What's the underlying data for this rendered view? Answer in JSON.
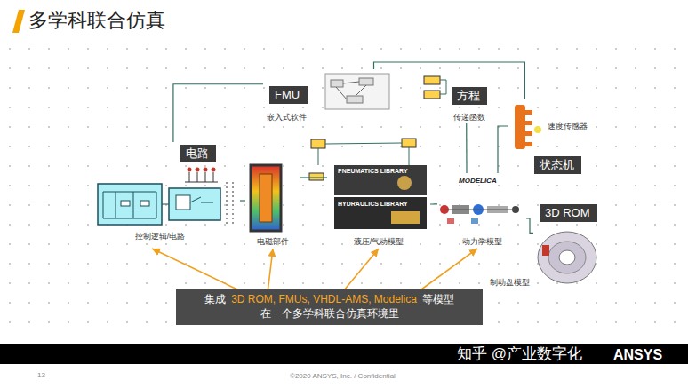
{
  "diagram": {
    "title": "多学科联合仿真",
    "nodes": [
      {
        "text": [
          "嵌入式软件"
        ]
      },
      {
        "text": [
          "FMU"
        ],
        "in": 0
      },
      {
        "text": [
          "传递函数"
        ]
      },
      {
        "text": [
          "方程"
        ],
        "in": 2
      },
      {
        "text": [
          "速度传感器"
        ]
      },
      {
        "text": [
          "控制逻辑/电路"
        ]
      },
      {
        "text": [
          "电路"
        ],
        "in": 5
      },
      {
        "text": [
          "状态机"
        ]
      },
      {
        "text": [
          "电磁部件"
        ]
      },
      {
        "text": [
          "液压/气动模型"
        ]
      },
      {
        "text": [
          "动力学模型"
        ]
      },
      {
        "text": [
          "制动盘模型"
        ]
      },
      {
        "text": [
          "3D ROM"
        ],
        "in": 11
      },
      {
        "text": [
          "集成",
          "3D ROM, FMUs, VHDL-AMS, Modelica",
          "等模型",
          "在一个多学科联合仿真环境里"
        ]
      }
    ],
    "edges": [
      {
        "from": 5,
        "to": 8,
        "arrow": "none"
      },
      {
        "from": 8,
        "to": 9,
        "arrow": "none"
      },
      {
        "from": 9,
        "to": 10,
        "arrow": "none"
      },
      {
        "from": 10,
        "to": 4,
        "arrow": "none"
      },
      {
        "from": 10,
        "to": 11,
        "arrow": "none"
      },
      {
        "from": 0,
        "to": 5,
        "arrow": "none"
      },
      {
        "from": 0,
        "to": 4,
        "arrow": "none"
      },
      {
        "from": 2,
        "to": 10,
        "arrow": "none"
      },
      {
        "from": 13,
        "to": 5,
        "arrow": "to"
      },
      {
        "from": 13,
        "to": 8,
        "arrow": "to"
      },
      {
        "from": 13,
        "to": 9,
        "arrow": "to"
      },
      {
        "from": 13,
        "to": 10,
        "arrow": "to"
      }
    ],
    "labels": [
      "PNEUMATICS LIBRARY",
      "HYDRAULICS LIBRARY",
      "MODELICA",
      "知乎 @产业数字化",
      "ANSYS",
      "13",
      "©2020 ANSYS, Inc. / Confidential"
    ]
  }
}
